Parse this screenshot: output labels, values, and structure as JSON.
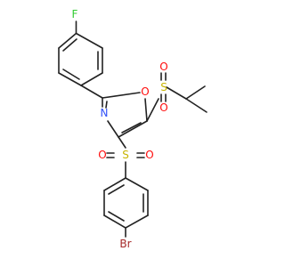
{
  "colors": {
    "bond": "#222222",
    "background": "#ffffff"
  },
  "atoms": {
    "fluorine": {
      "label": "F",
      "color": "#33cc33"
    },
    "ring_oxygen": {
      "label": "O",
      "color": "#ff0d0d"
    },
    "ring_nitrogen": {
      "label": "N",
      "color": "#3050f8"
    },
    "sulfonyl_1_sulfur": {
      "label": "S",
      "color": "#c8b400"
    },
    "sulfonyl_1_oxygen_top": {
      "label": "O",
      "color": "#ff0d0d"
    },
    "sulfonyl_1_oxygen_bottom": {
      "label": "O",
      "color": "#ff0d0d"
    },
    "sulfonyl_2_sulfur": {
      "label": "S",
      "color": "#c8b400"
    },
    "sulfonyl_2_oxygen_left": {
      "label": "O",
      "color": "#ff0d0d"
    },
    "sulfonyl_2_oxygen_right": {
      "label": "O",
      "color": "#ff0d0d"
    },
    "bromine": {
      "label": "Br",
      "color": "#a62929"
    }
  }
}
